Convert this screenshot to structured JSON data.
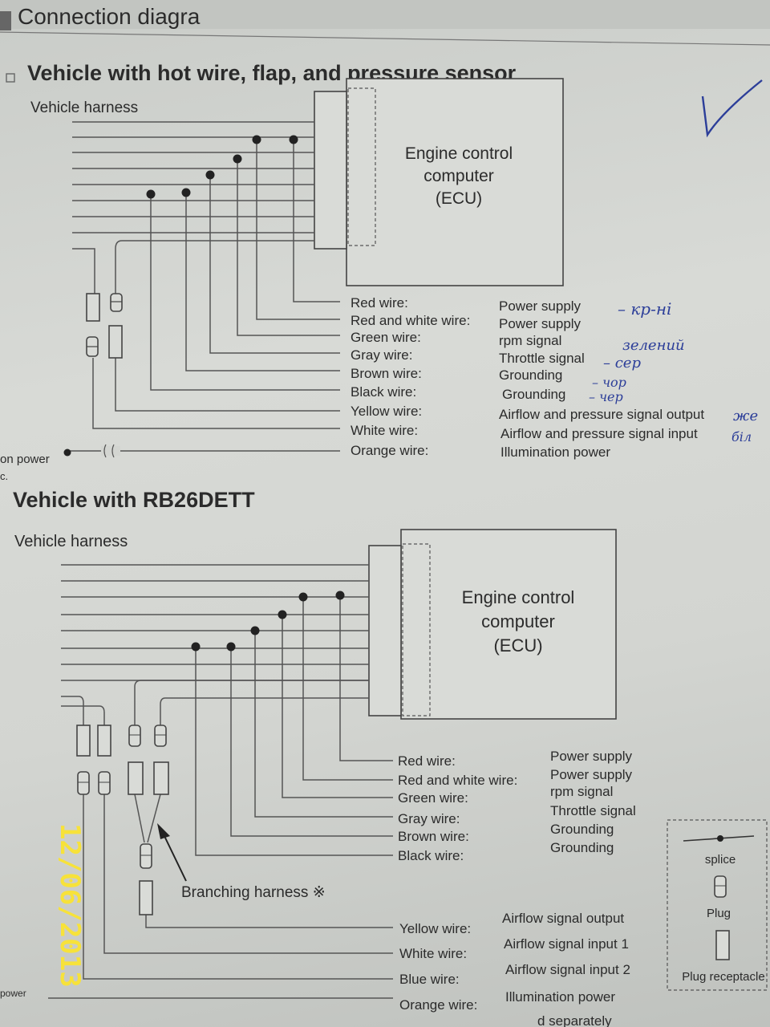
{
  "header": {
    "partial_title": "Connection diagra"
  },
  "section1": {
    "title": "Vehicle with hot wire, flap, and pressure sensor",
    "harness_label": "Vehicle harness",
    "ecu_lines": [
      "Engine control",
      "computer",
      "(ECU)"
    ],
    "wires": [
      {
        "name": "Red wire:",
        "function": "Power supply"
      },
      {
        "name": "Red and white wire:",
        "function": "Power supply"
      },
      {
        "name": "Green wire:",
        "function": "rpm signal"
      },
      {
        "name": "Gray wire:",
        "function": "Throttle signal"
      },
      {
        "name": "Brown wire:",
        "function": "Grounding"
      },
      {
        "name": "Black wire:",
        "function": "Grounding"
      },
      {
        "name": "Yellow wire:",
        "function": "Airflow and pressure signal output"
      },
      {
        "name": "White wire:",
        "function": "Airflow and pressure signal input"
      },
      {
        "name": "Orange wire:",
        "function": "Illumination power"
      }
    ],
    "left_fragments": [
      "on power",
      "c."
    ]
  },
  "section2": {
    "title": "Vehicle with RB26DETT",
    "harness_label": "Vehicle harness",
    "ecu_lines": [
      "Engine control",
      "computer",
      "(ECU)"
    ],
    "wires": [
      {
        "name": "Red wire:",
        "function": "Power supply"
      },
      {
        "name": "Red and white wire:",
        "function": "Power supply"
      },
      {
        "name": "Green wire:",
        "function": "rpm signal"
      },
      {
        "name": "Gray wire:",
        "function": "Throttle signal"
      },
      {
        "name": "Brown wire:",
        "function": "Grounding"
      },
      {
        "name": "Black wire:",
        "function": "Grounding"
      },
      {
        "name": "Yellow wire:",
        "function": "Airflow signal output"
      },
      {
        "name": "White wire:",
        "function": "Airflow signal input 1"
      },
      {
        "name": "Blue wire:",
        "function": "Airflow signal input 2"
      },
      {
        "name": "Orange wire:",
        "function": "Illumination power"
      }
    ],
    "branching_label": "Branching harness ※",
    "bottom_fragment": "d separately",
    "left_fragment": "power"
  },
  "legend": {
    "splice": "splice",
    "plug": "Plug",
    "receptacle": "Plug receptacle"
  },
  "handwriting": {
    "checkmark": "✓",
    "notes": [
      "– кр-ні",
      "зелений",
      "– сер",
      "– чор",
      "– чер",
      "же",
      "біл"
    ]
  },
  "date_stamp": "12/06/2013"
}
